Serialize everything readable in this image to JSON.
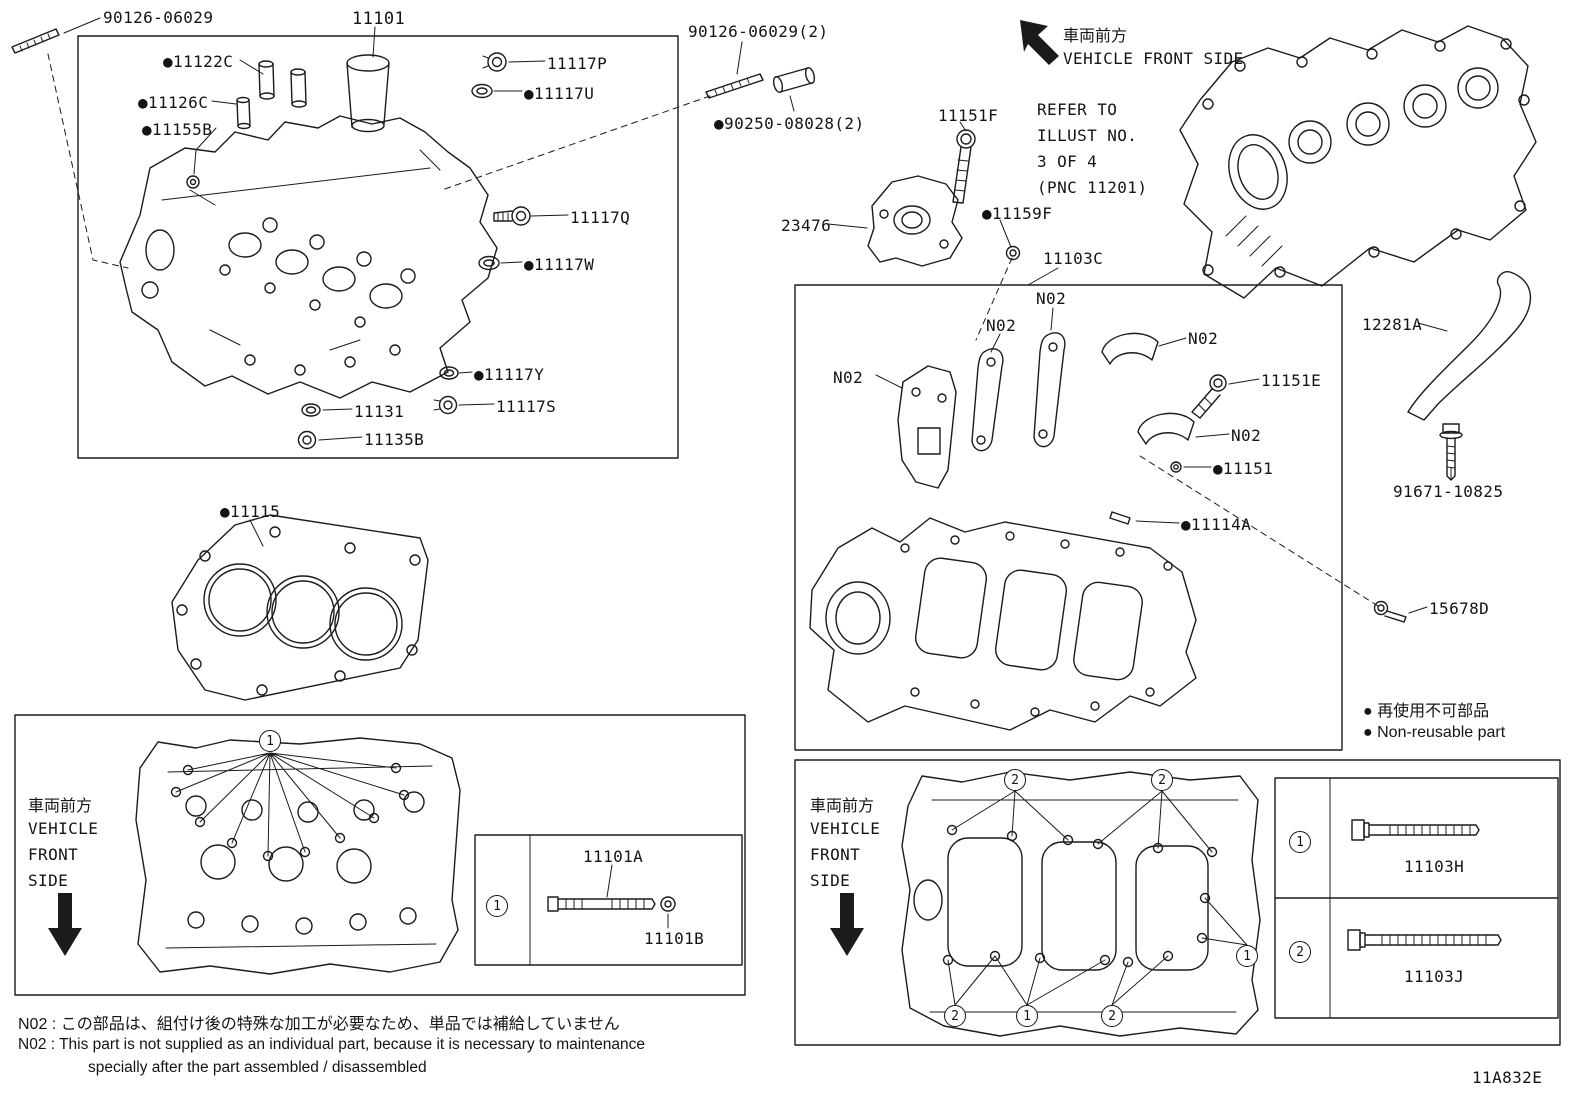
{
  "doc": {
    "code": "11A832E"
  },
  "orientation": {
    "front_jp": "車両前方",
    "front_en_inline": "VEHICLE FRONT SIDE",
    "front_en_l1": "VEHICLE",
    "front_en_l2": "FRONT",
    "front_en_l3": "SIDE"
  },
  "refer_note": {
    "l1": "REFER TO",
    "l2": "ILLUST NO.",
    "l3": "3 OF 4",
    "l4": "(PNC 11201)"
  },
  "legend": {
    "jp": "● 再使用不可部品",
    "en": "● Non-reusable part"
  },
  "notes": {
    "jp": "N02 : この部品は、組付け後の特殊な加工が必要なため、単品では補給していません",
    "en1": "N02 : This part is not supplied as an individual part, because it is necessary to maintenance",
    "en2": "specially after the part assembled / disassembled"
  },
  "callouts": {
    "one": "1",
    "two": "2"
  },
  "n02": "N02",
  "parts": {
    "p90126_06029": "90126-06029",
    "p90126_06029_2": "90126-06029(2)",
    "p90250_08028_2": "●90250-08028(2)",
    "p11101": "11101",
    "p11122c": "●11122C",
    "p11126c": "●11126C",
    "p11155b": "●11155B",
    "p11117p": "11117P",
    "p11117u": "●11117U",
    "p11117q": "11117Q",
    "p11117w": "●11117W",
    "p11117y": "●11117Y",
    "p11117s": "11117S",
    "p11131": "11131",
    "p11135b": "11135B",
    "p11115": "●11115",
    "p11151f": "11151F",
    "p23476": "23476",
    "p11159f": "●11159F",
    "p11103c": "11103C",
    "p11151e": "11151E",
    "p11151": "●11151",
    "p11114a": "●11114A",
    "p12281a": "12281A",
    "p91671_10825": "91671-10825",
    "p15678d": "15678D",
    "p11101a": "11101A",
    "p11101b": "11101B",
    "p11103h": "11103H",
    "p11103j": "11103J"
  }
}
